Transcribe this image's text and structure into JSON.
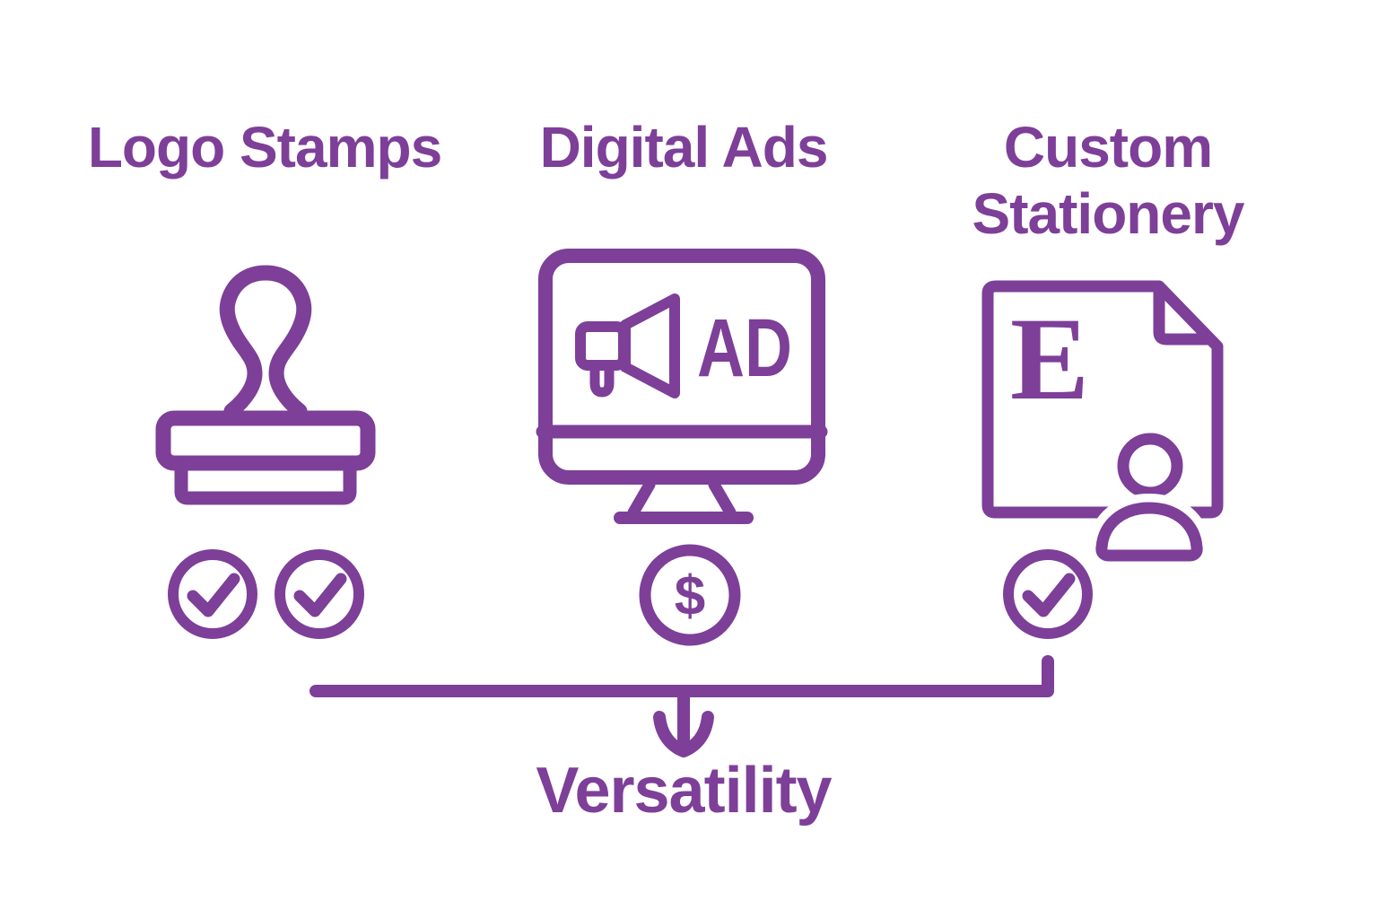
{
  "palette": {
    "purple": "#7d3f98",
    "background": "#ffffff"
  },
  "columns": [
    {
      "id": "logo-stamps",
      "title": "Logo Stamps",
      "icon": "rubber-stamp-icon",
      "markers": [
        "check-circle",
        "check-circle"
      ]
    },
    {
      "id": "digital-ads",
      "title": "Digital Ads",
      "icon": "desktop-monitor-with-megaphone-icon",
      "screen_label": "AD",
      "markers": [
        "dollar-circle"
      ],
      "dollar_symbol": "$"
    },
    {
      "id": "custom-stationery",
      "title": "Custom Stationery",
      "icon": "stationery-document-with-person-icon",
      "document_letter": "E",
      "markers": [
        "check-circle"
      ]
    }
  ],
  "connector": {
    "shape": "bracket-with-down-arrow",
    "arrow_icon": "arrow-down-icon"
  },
  "footer": {
    "label": "Versatility"
  }
}
